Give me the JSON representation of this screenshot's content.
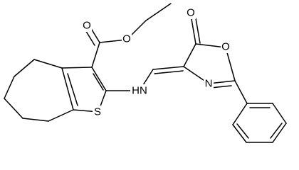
{
  "molecule": {
    "atom_labels": {
      "carbonyl_oxygen_ester": "O",
      "ester_oxygen": "O",
      "oxazolone_carbonyl_oxygen": "O",
      "oxazolone_ring_oxygen": "O",
      "amine": "HN",
      "thiophene_sulfur": "S",
      "oxazolone_nitrogen": "N"
    }
  },
  "colors": {
    "bond": "#000000",
    "label": "#000000",
    "background": "#ffffff"
  }
}
